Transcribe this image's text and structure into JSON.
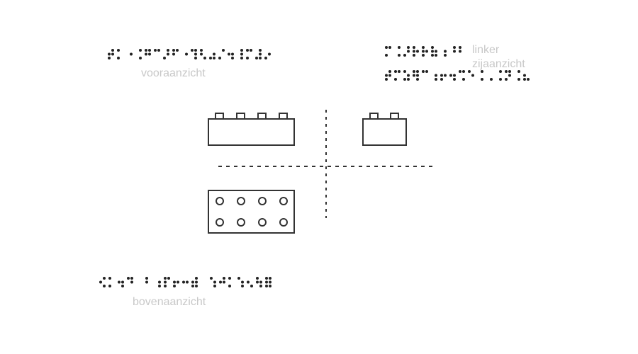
{
  "labels": {
    "front": "vooraanzicht",
    "left_side_1": "linker",
    "left_side_2": "zijaanzicht",
    "top": "bovenaanzicht"
  },
  "colors": {
    "ink": "#333333",
    "dot": "#222222",
    "caption": "#c8c8c8"
  }
}
